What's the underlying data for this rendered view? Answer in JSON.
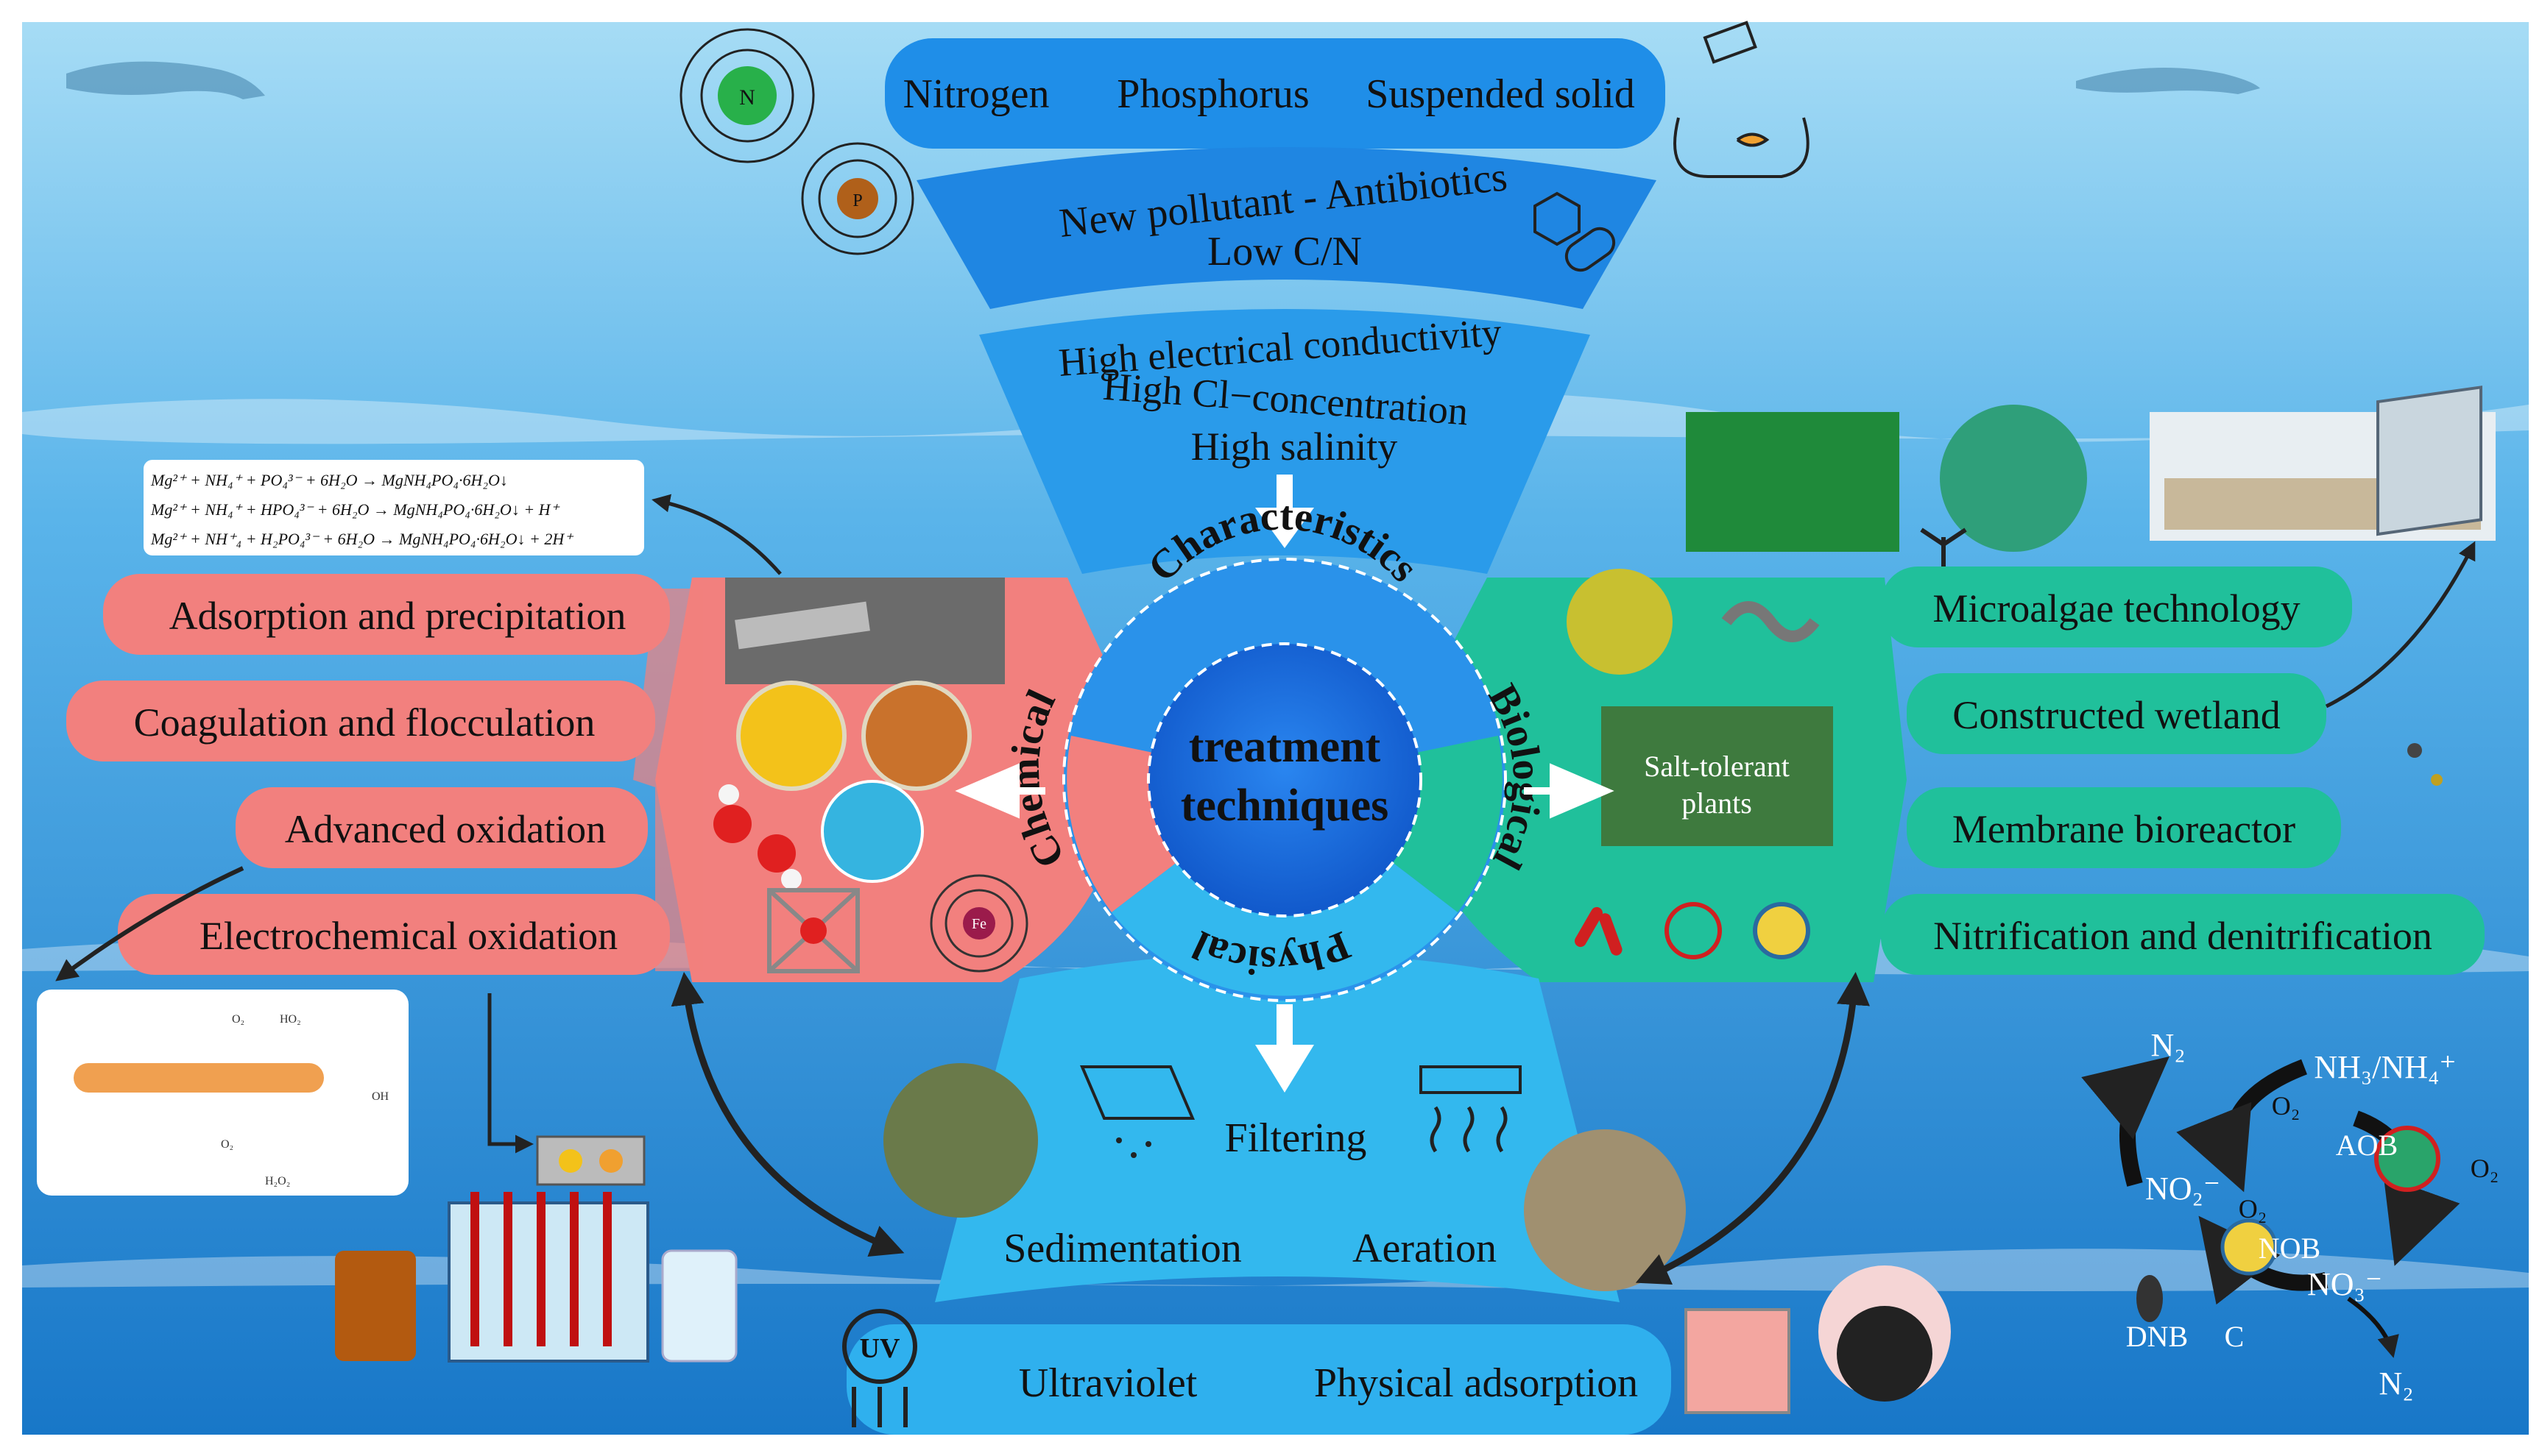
{
  "top_bar": [
    "Nitrogen",
    "Phosphorus",
    "Suspended solid"
  ],
  "band1": [
    "New pollutant - Antibiotics",
    "Low C/N"
  ],
  "band2": [
    "High electrical conductivity",
    "High Cl−concentration",
    "High salinity"
  ],
  "center": {
    "line1": "treatment",
    "line2": "techniques",
    "ring_top": "Characteristics",
    "ring_left": "Chemical",
    "ring_right": "Biological",
    "ring_bottom": "Physical"
  },
  "chemical": {
    "items": [
      "Adsorption and precipitation",
      "Coagulation and flocculation",
      "Advanced oxidation",
      "Electrochemical oxidation"
    ],
    "equations": [
      "Mg²⁺ + NH₄⁺ + PO₄³⁻ + 6H₂O → MgNH₄PO₄·6H₂O↓",
      "Mg²⁺ + NH₄⁺ + HPO₄³⁻ + 6H₂O → MgNH₄PO₄·6H₂O↓ + H⁺",
      "Mg²⁺ + NH⁺₄ + H₂PO₄³⁻ + 6H₂O → MgNH₄PO₄·6H₂O↓ + 2H⁺"
    ],
    "oxidation_labels": [
      "O₂",
      "HO₂",
      "OH",
      "O₂",
      "H₂O₂"
    ]
  },
  "biological": {
    "items": [
      "Microalgae technology",
      "Constructed wetland",
      "Membrane bioreactor",
      "Nitrification and denitrification"
    ],
    "plant_label": [
      "Salt-tolerant",
      "plants"
    ]
  },
  "physical": {
    "items": [
      "Filtering",
      "Sedimentation",
      "Aeration"
    ],
    "bottom_bar": [
      "Ultraviolet",
      "Physical adsorption"
    ],
    "uv_icon_label": "UV"
  },
  "nitrogen_cycle": {
    "labels": [
      "N₂",
      "NH₃/NH₄⁺",
      "AOB",
      "NO₂⁻",
      "NOB",
      "NO₃⁻",
      "DNB",
      "C",
      "N₂"
    ],
    "o2": "O₂"
  },
  "atom_labels": [
    "N",
    "P",
    "Fe"
  ],
  "colors": {
    "sea_top": "#8fd0f0",
    "sea_deep": "#1f7fd0",
    "top_bar": "#1e8ee6",
    "band1": "#1f86e2",
    "band2": "#2a9bea",
    "center_core": "#1565d8",
    "ring": "#2a92ea",
    "chemical": "#f2807e",
    "biological": "#20c09b",
    "physical": "#33b8ee"
  }
}
